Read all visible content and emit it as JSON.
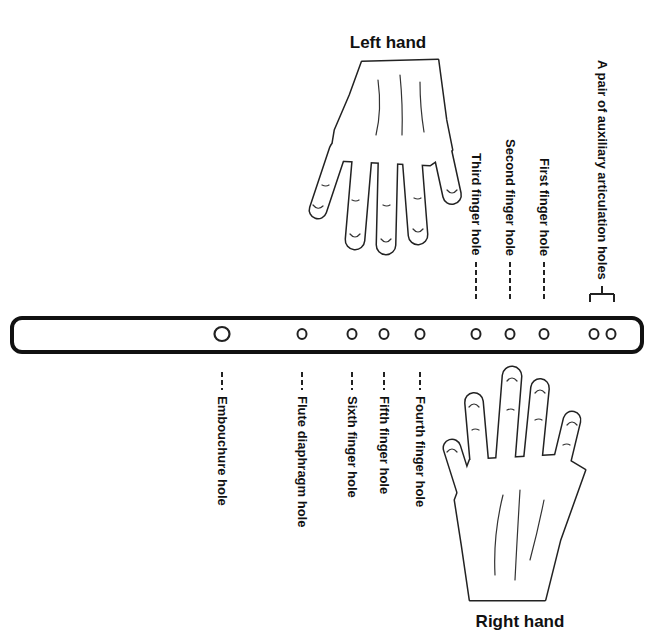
{
  "diagram": {
    "labels": [
      "Left hand",
      "A pair of auxiliary articulation holes",
      "First finger hole",
      "Second finger hole",
      "Third finger hole",
      "Embouchure hole",
      "Flute diaphragm hole",
      "Sixth finger hole",
      "Fifth finger hole",
      "Fourth finger hole",
      "Right hand"
    ]
  }
}
